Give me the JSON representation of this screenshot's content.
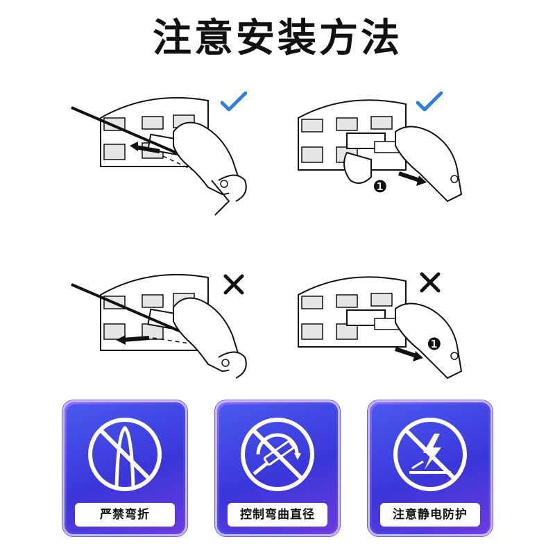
{
  "title": "注意安装方法",
  "colors": {
    "check": "#2f7de1",
    "cross": "#111111",
    "card_top": "#8a6cff",
    "card_bottom": "#3a48e0"
  },
  "panels": [
    {
      "position": "top-left",
      "status": "correct",
      "icon": "check-icon"
    },
    {
      "position": "top-right",
      "status": "correct",
      "icon": "check-icon",
      "step_badge": "❶"
    },
    {
      "position": "bottom-left",
      "status": "wrong",
      "icon": "cross-icon"
    },
    {
      "position": "bottom-right",
      "status": "wrong",
      "icon": "cross-icon",
      "step_badge": "❶"
    }
  ],
  "cards": [
    {
      "label": "严禁弯折",
      "icon": "no-bending-icon"
    },
    {
      "label": "控制弯曲直径",
      "icon": "control-bend-radius-icon"
    },
    {
      "label": "注意静电防护",
      "icon": "esd-protection-icon"
    }
  ]
}
